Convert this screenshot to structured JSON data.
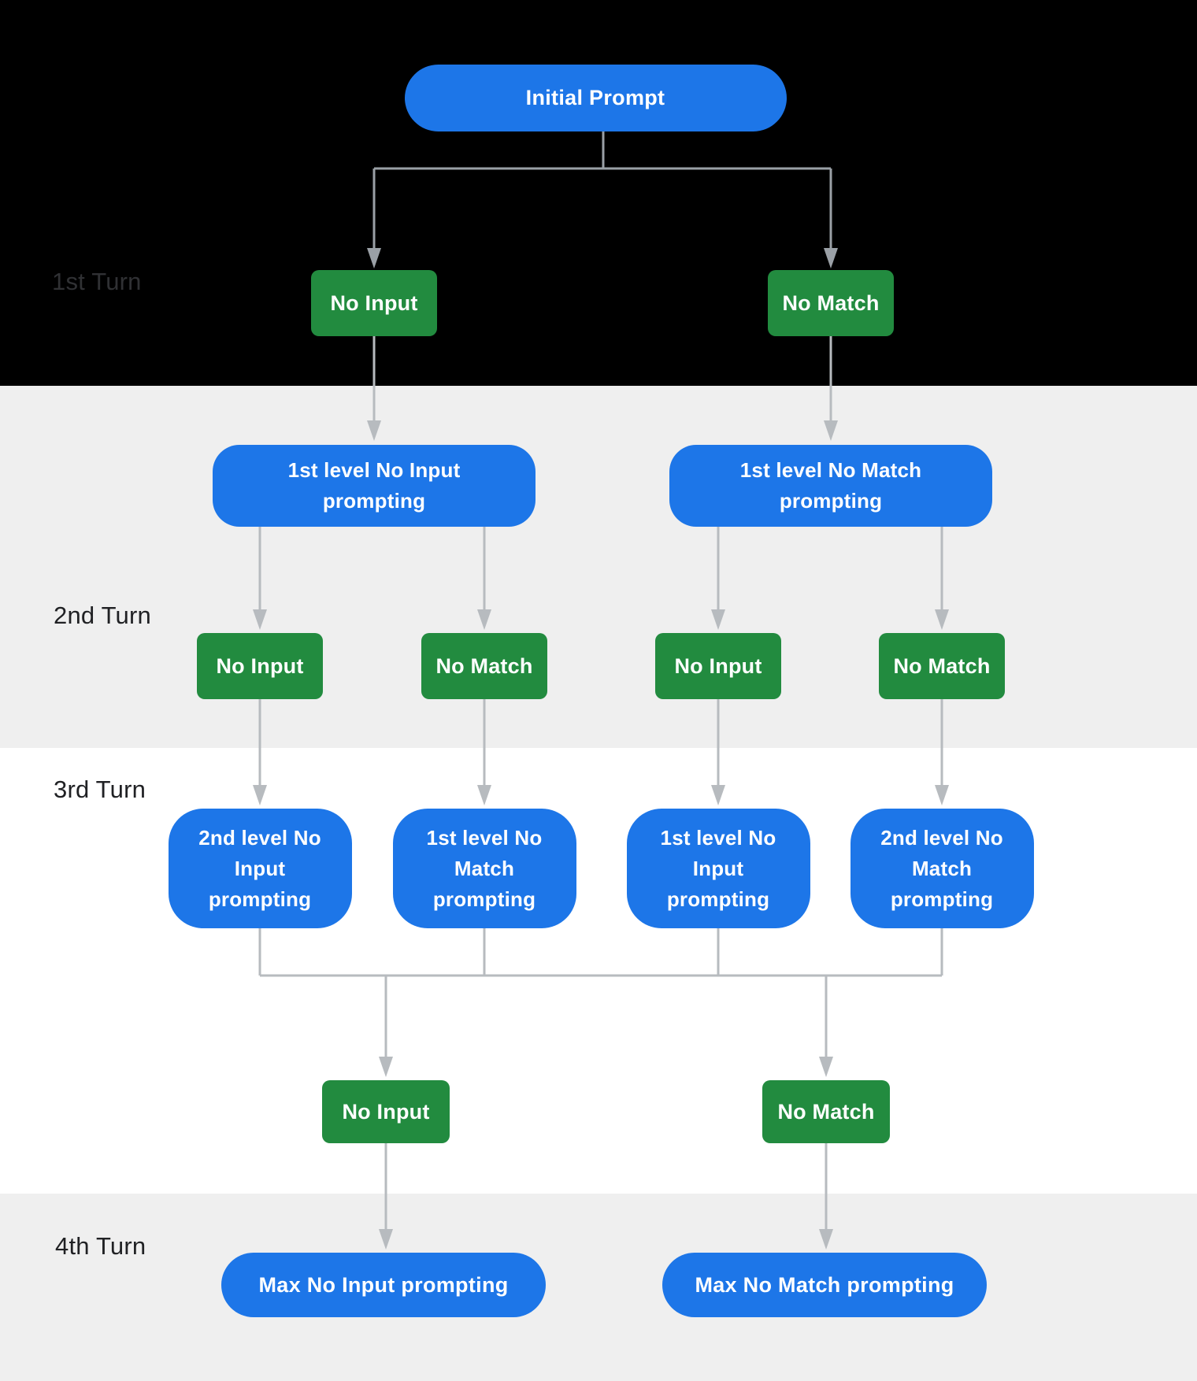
{
  "turns": [
    {
      "label": "1st Turn"
    },
    {
      "label": "2nd Turn"
    },
    {
      "label": "3rd Turn"
    },
    {
      "label": "4th Turn"
    }
  ],
  "nodes": [
    {
      "id": "initial-prompt",
      "kind": "pill",
      "label": "Initial Prompt"
    },
    {
      "id": "turn1-no-input",
      "kind": "green",
      "label": "No Input"
    },
    {
      "id": "turn1-no-match",
      "kind": "green",
      "label": "No Match"
    },
    {
      "id": "level1-no-input-prompting",
      "kind": "blue",
      "label": "1st level No Input\nprompting"
    },
    {
      "id": "level1-no-match-prompting",
      "kind": "blue",
      "label": "1st level No Match\nprompting"
    },
    {
      "id": "turn2-no-input-a",
      "kind": "green",
      "label": "No Input"
    },
    {
      "id": "turn2-no-match-a",
      "kind": "green",
      "label": "No Match"
    },
    {
      "id": "turn2-no-input-b",
      "kind": "green",
      "label": "No Input"
    },
    {
      "id": "turn2-no-match-b",
      "kind": "green",
      "label": "No Match"
    },
    {
      "id": "level2-no-input-prompting",
      "kind": "blue",
      "label": "2nd level No\nInput\nprompting"
    },
    {
      "id": "level1b-no-match-prompting",
      "kind": "blue",
      "label": "1st level No\nMatch\nprompting"
    },
    {
      "id": "level1b-no-input-prompting",
      "kind": "blue",
      "label": "1st level No\nInput\nprompting"
    },
    {
      "id": "level2-no-match-prompting",
      "kind": "blue",
      "label": "2nd level No\nMatch\nprompting"
    },
    {
      "id": "turn3-no-input",
      "kind": "green",
      "label": "No Input"
    },
    {
      "id": "turn3-no-match",
      "kind": "green",
      "label": "No Match"
    },
    {
      "id": "max-no-input-prompting",
      "kind": "pill",
      "label": "Max No Input prompting"
    },
    {
      "id": "max-no-match-prompting",
      "kind": "pill",
      "label": "Max No Match prompting"
    }
  ],
  "colors": {
    "node_blue": "#1d76e8",
    "node_green": "#228b3f",
    "band_black": "#000000",
    "band_gray": "#efefef",
    "band_white": "#ffffff",
    "connector_dark_zone": "#9aa0a6",
    "connector_light_zone": "#b7bbbf"
  }
}
